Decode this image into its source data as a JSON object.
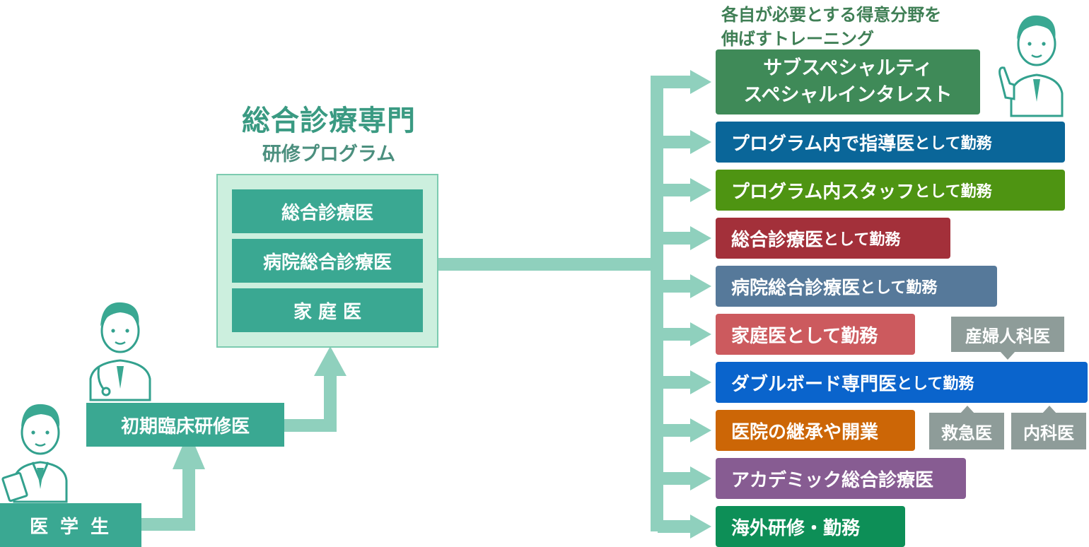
{
  "program": {
    "title": "総合診療専門",
    "subtitle": "研修プログラム",
    "items": [
      "総合診療医",
      "病院総合診療医",
      "家 庭 医"
    ]
  },
  "student_label": "医 学 生",
  "resident_label": "初期臨床研修医",
  "caption_line1": "各自が必要とする得意分野を",
  "caption_line2": "伸ばすトレーニング",
  "outcomes": [
    {
      "id": "subspecialty",
      "line1": "サブスペシャルティ",
      "line2": "スペシャルインタレスト",
      "color": "#3f8a58"
    },
    {
      "id": "supervisor",
      "main": "プログラム内で指導医",
      "suffix": "として勤務",
      "color": "#0a6699"
    },
    {
      "id": "staff",
      "main": "プログラム内スタッフ",
      "suffix": "として勤務",
      "color": "#4e9412"
    },
    {
      "id": "gp",
      "main": "総合診療医",
      "suffix": "として勤務",
      "color": "#a3303a"
    },
    {
      "id": "hospital-gp",
      "main": "病院総合診療医",
      "suffix": "として勤務",
      "color": "#56799a"
    },
    {
      "id": "family",
      "main": "家庭医",
      "suffix": "として勤務",
      "color": "#cc5a5e"
    },
    {
      "id": "double-board",
      "main": "ダブルボード専門医",
      "suffix": "として勤務",
      "color": "#0a64cc"
    },
    {
      "id": "clinic",
      "main": "医院の継承や開業",
      "suffix": "",
      "color": "#cc6606"
    },
    {
      "id": "academic",
      "main": "アカデミック総合診療医",
      "suffix": "",
      "color": "#875c92"
    },
    {
      "id": "overseas",
      "main": "海外研修・勤務",
      "suffix": "",
      "color": "#0d8f57"
    }
  ],
  "double_board_tags": {
    "top": "産婦人科医",
    "bottom_left": "救急医",
    "bottom_right": "内科医"
  },
  "colors": {
    "connector": "#8fd0bd",
    "teal_box": "#3aa892",
    "tag": "#8e9c99",
    "doctor_hair": "#3aa892"
  }
}
